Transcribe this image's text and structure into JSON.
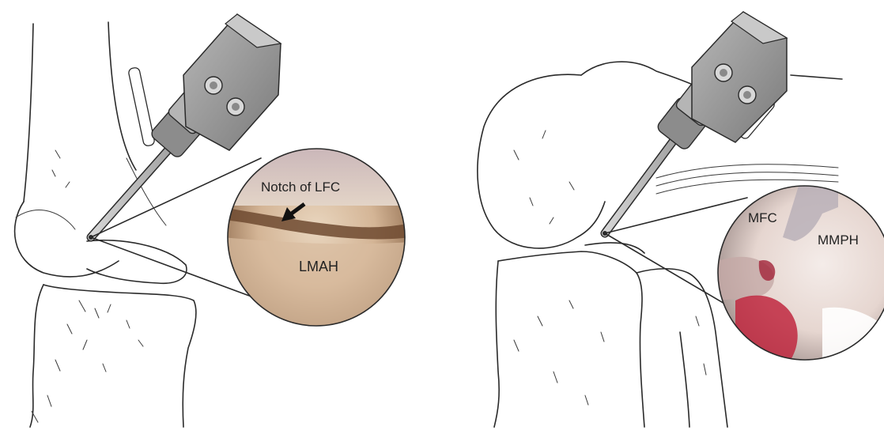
{
  "left_panel": {
    "label_notch": "Notch of LFC",
    "label_horn": "LMAH"
  },
  "right_panel": {
    "label_condyle": "MFC",
    "label_horn": "MMPH"
  },
  "colors": {
    "outline": "#2a2a2a",
    "camera_body": "#9a9a9a",
    "scope_view_left": "#c9a88a",
    "scope_view_right": "#e8d8d2",
    "tissue_red": "#c0283f"
  }
}
